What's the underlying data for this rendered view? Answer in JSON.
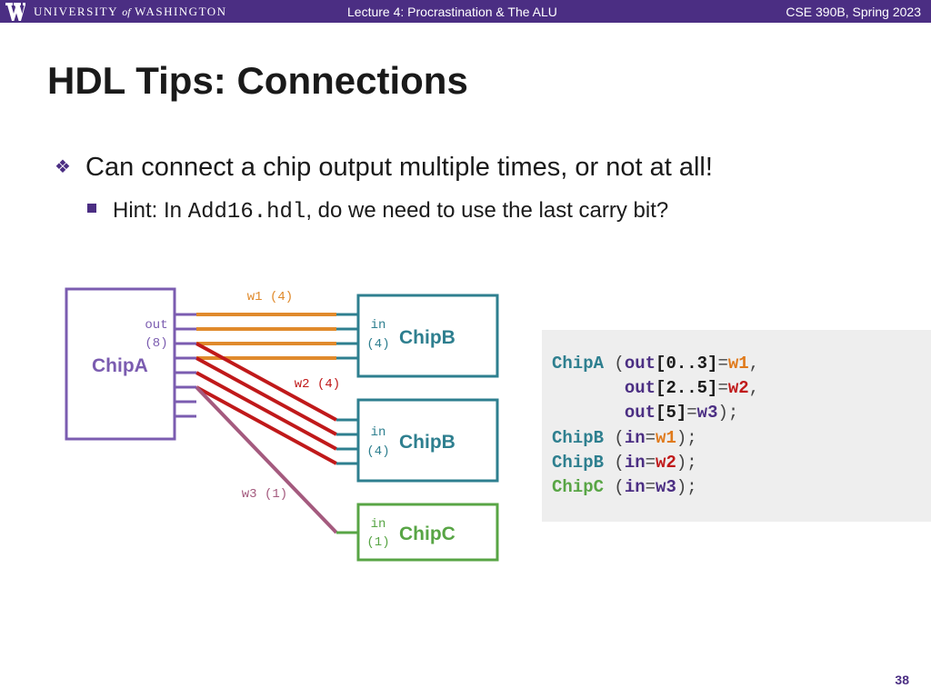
{
  "header": {
    "university_name": "UNIVERSITY",
    "university_of": "of",
    "university_place": "WASHINGTON",
    "lecture_title": "Lecture 4: Procrastination & The ALU",
    "course": "CSE 390B, Spring 2023"
  },
  "slide": {
    "title": "HDL Tips: Connections",
    "bullet1": "Can connect a chip output multiple times, or not at all!",
    "bullet2_pre": "Hint: In ",
    "bullet2_code": "Add16.hdl",
    "bullet2_post": ", do we need to use the last carry bit?",
    "page_number": "38"
  },
  "diagram": {
    "chip_a": {
      "name": "ChipA",
      "port": "out",
      "width": "(8)"
    },
    "chip_b1": {
      "name": "ChipB",
      "port": "in",
      "width": "(4)"
    },
    "chip_b2": {
      "name": "ChipB",
      "port": "in",
      "width": "(4)"
    },
    "chip_c": {
      "name": "ChipC",
      "port": "in",
      "width": "(1)"
    },
    "wire_labels": {
      "w1": "w1 (4)",
      "w2": "w2 (4)",
      "w3": "w3 (1)"
    },
    "colors": {
      "purple": "#4b2e83",
      "teal": "#2e7f8f",
      "green": "#58a545",
      "orange": "#e08a2c",
      "red": "#c0191a",
      "mauve": "#a45a7e"
    }
  },
  "code": {
    "line1": {
      "chip": "ChipA",
      "open": " (",
      "port": "out",
      "range": "[0..3]",
      "eq": "=",
      "wire": "w1",
      "tail": ","
    },
    "line2": {
      "indent": "       ",
      "port": "out",
      "range": "[2..5]",
      "eq": "=",
      "wire": "w2",
      "tail": ","
    },
    "line3": {
      "indent": "       ",
      "port": "out",
      "range": "[5]",
      "eq": "=",
      "wire": "w3",
      "tail": ");"
    },
    "line4": {
      "chip": "ChipB",
      "open": " (",
      "port": "in",
      "eq": "=",
      "wire": "w1",
      "tail": ");"
    },
    "line5": {
      "chip": "ChipB",
      "open": " (",
      "port": "in",
      "eq": "=",
      "wire": "w2",
      "tail": ");"
    },
    "line6": {
      "chip": "ChipC",
      "open": " (",
      "port": "in",
      "eq": "=",
      "wire": "w3",
      "tail": ");"
    }
  }
}
